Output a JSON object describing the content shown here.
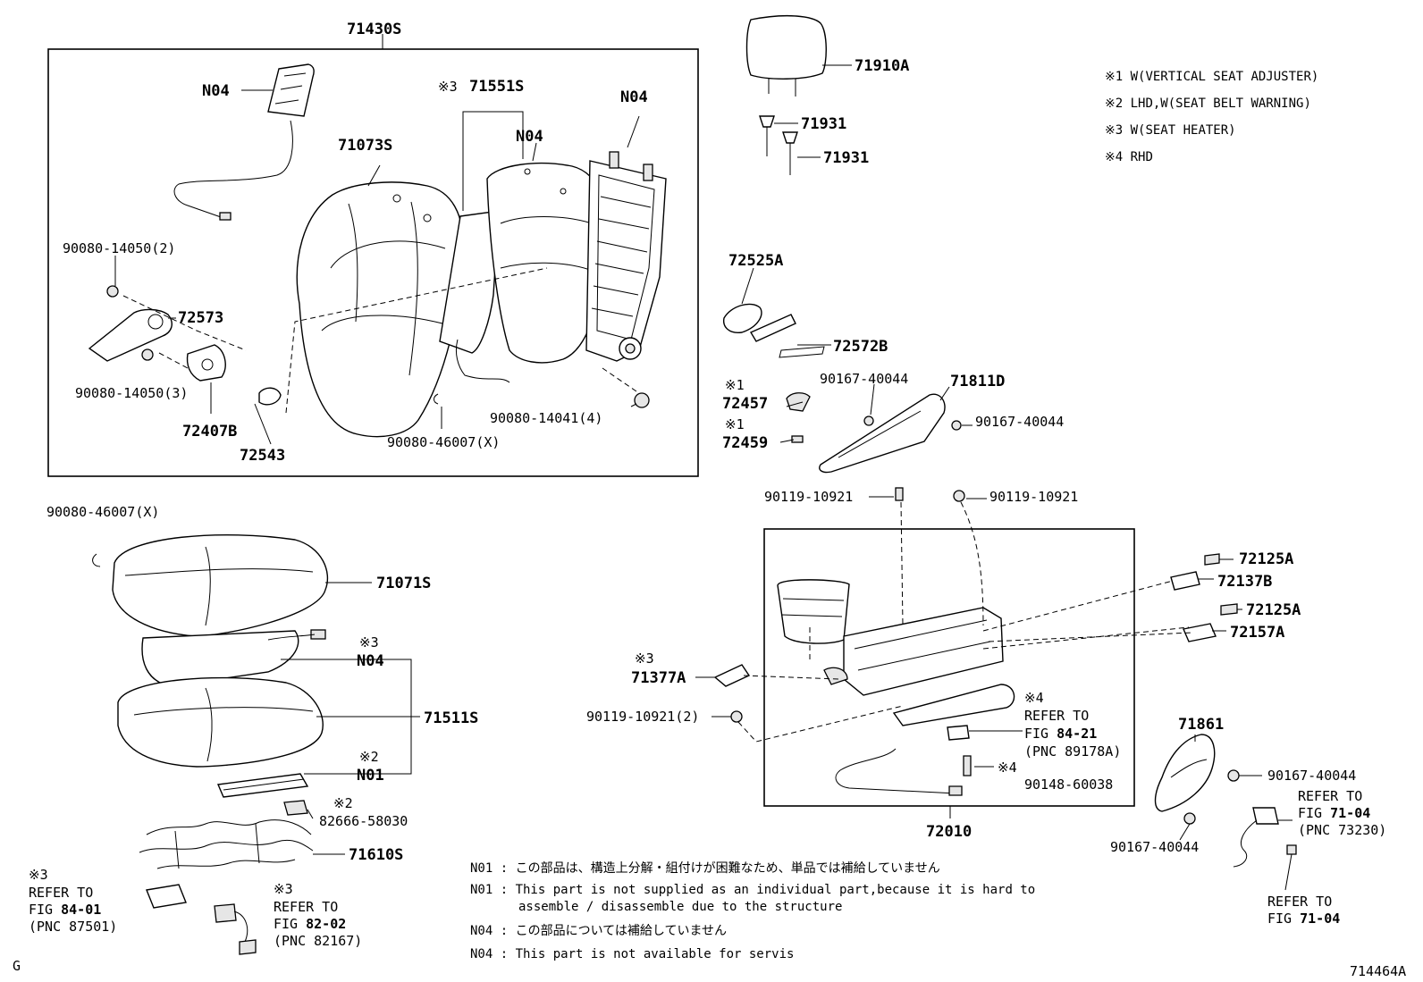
{
  "parts": {
    "p71430S": "71430S",
    "p71551S": "71551S",
    "p71073S": "71073S",
    "n04_a": "N04",
    "n04_b": "N04",
    "n04_c": "N04",
    "n04_d": "N04",
    "p90080_14050_2": "90080-14050(2)",
    "p72573": "72573",
    "p90080_14050_3": "90080-14050(3)",
    "p72407B": "72407B",
    "p72543": "72543",
    "p90080_46007_a": "90080-46007(X)",
    "p90080_14041": "90080-14041(4)",
    "p71910A": "71910A",
    "p71931_a": "71931",
    "p71931_b": "71931",
    "p72525A": "72525A",
    "p72572B": "72572B",
    "p72457": "72457",
    "p72459": "72459",
    "p90167_40044_a": "90167-40044",
    "p71811D": "71811D",
    "p90167_40044_b": "90167-40044",
    "p90119_10921_a": "90119-10921",
    "p90119_10921_b": "90119-10921",
    "p90080_46007_b": "90080-46007(X)",
    "p71071S": "71071S",
    "p71511S": "71511S",
    "n01": "N01",
    "p82666": "82666-58030",
    "p71610S": "71610S",
    "p72125A_a": "72125A",
    "p72137B": "72137B",
    "p72125A_b": "72125A",
    "p72157A": "72157A",
    "p71377A": "71377A",
    "p90119_10921_2": "90119-10921(2)",
    "p90148": "90148-60038",
    "p72010": "72010",
    "p71861": "71861",
    "p90167_40044_c": "90167-40044",
    "p90167_40044_d": "90167-40044"
  },
  "marks": {
    "m3_71551": "※3",
    "m1_72457": "※1",
    "m1_72459": "※1",
    "m3_n04": "※3",
    "m2_n01": "※2",
    "m2_82666": "※2",
    "m3_71377": "※3",
    "m4_ref": "※4",
    "m4_90148": "※4",
    "m3_ref8401": "※3",
    "m3_ref8202": "※3"
  },
  "refs": {
    "r8421": {
      "l1": "REFER TO",
      "l2": "FIG ",
      "fig": "84-21",
      "l3": "(PNC 89178A)"
    },
    "r7104a": {
      "l1": "REFER TO",
      "l2": "FIG ",
      "fig": "71-04",
      "l3": "(PNC 73230)"
    },
    "r7104b": {
      "l1": "REFER TO",
      "l2": "FIG ",
      "fig": "71-04"
    },
    "r8401": {
      "l1": "REFER TO",
      "l2": "FIG ",
      "fig": "84-01",
      "l3": "(PNC 87501)"
    },
    "r8202": {
      "l1": "REFER TO",
      "l2": "FIG ",
      "fig": "82-02",
      "l3": "(PNC 82167)"
    }
  },
  "legend": [
    "※1 W(VERTICAL SEAT ADJUSTER)",
    "※2 LHD,W(SEAT BELT WARNING)",
    "※3 W(SEAT HEATER)",
    "※4 RHD"
  ],
  "notes": {
    "n01_jp": "N01 : この部品は、構造上分解・組付けが困難なため、単品では補給していません",
    "n01_en1": "N01 : This part is not supplied as an individual part,because it is hard to",
    "n01_en2": "assemble / disassemble due to the structure",
    "n04_jp": "N04 : この部品については補給していません",
    "n04_en": "N04 : This part is not available for servis"
  },
  "corner_left": "G",
  "corner_right": "714464A"
}
